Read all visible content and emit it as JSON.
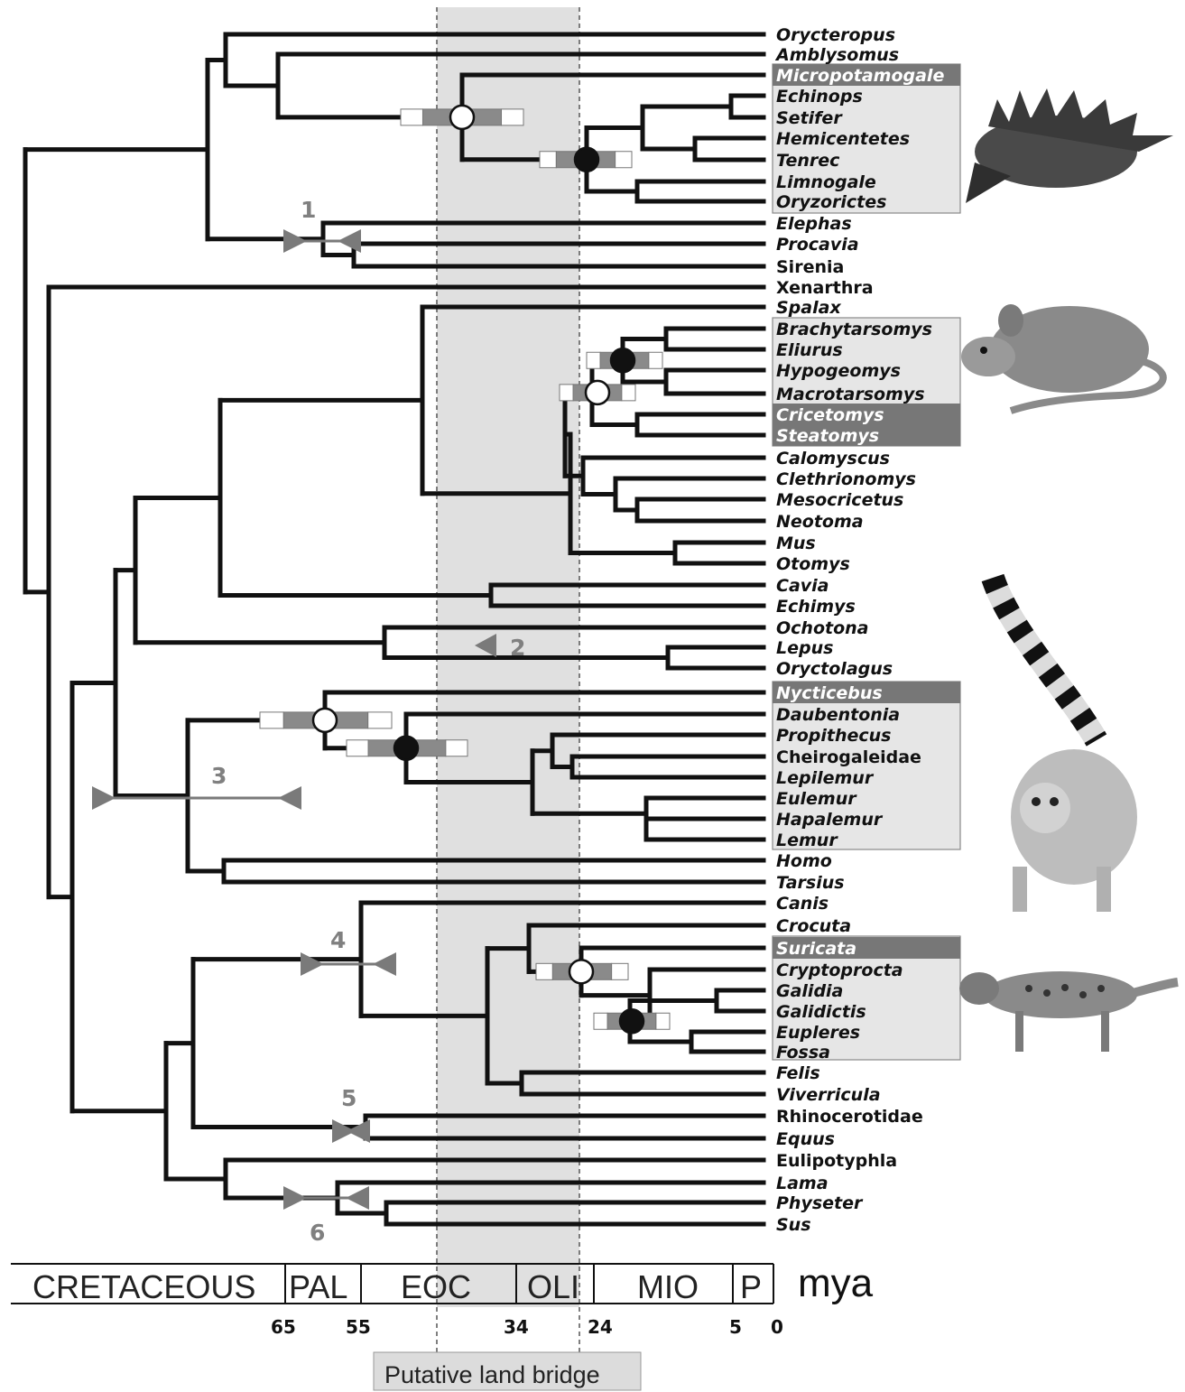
{
  "taxa": [
    {
      "name": "Orycteropus",
      "italic": true
    },
    {
      "name": "Amblysomus",
      "italic": true
    },
    {
      "name": "Micropotamogale",
      "italic": true,
      "highlight": true
    },
    {
      "name": "Echinops",
      "italic": true
    },
    {
      "name": "Setifer",
      "italic": true
    },
    {
      "name": "Hemicentetes",
      "italic": true
    },
    {
      "name": "Tenrec",
      "italic": true
    },
    {
      "name": "Limnogale",
      "italic": true
    },
    {
      "name": "Oryzorictes",
      "italic": true
    },
    {
      "name": "Elephas",
      "italic": true
    },
    {
      "name": "Procavia",
      "italic": true
    },
    {
      "name": "Sirenia",
      "italic": false
    },
    {
      "name": "Xenarthra",
      "italic": false
    },
    {
      "name": "Spalax",
      "italic": true
    },
    {
      "name": "Brachytarsomys",
      "italic": true
    },
    {
      "name": "Eliurus",
      "italic": true
    },
    {
      "name": "Hypogeomys",
      "italic": true
    },
    {
      "name": "Macrotarsomys",
      "italic": true
    },
    {
      "name": "Cricetomys",
      "italic": true,
      "highlight": true
    },
    {
      "name": "Steatomys",
      "italic": true,
      "highlight": true
    },
    {
      "name": "Calomyscus",
      "italic": true
    },
    {
      "name": "Clethrionomys",
      "italic": true
    },
    {
      "name": "Mesocricetus",
      "italic": true
    },
    {
      "name": "Neotoma",
      "italic": true
    },
    {
      "name": "Mus",
      "italic": true
    },
    {
      "name": "Otomys",
      "italic": true
    },
    {
      "name": "Cavia",
      "italic": true
    },
    {
      "name": "Echimys",
      "italic": true
    },
    {
      "name": "Ochotona",
      "italic": true
    },
    {
      "name": "Lepus",
      "italic": true
    },
    {
      "name": "Oryctolagus",
      "italic": true
    },
    {
      "name": "Nycticebus",
      "italic": true,
      "highlight": true
    },
    {
      "name": "Daubentonia",
      "italic": true
    },
    {
      "name": "Propithecus",
      "italic": true
    },
    {
      "name": "Cheirogaleidae",
      "italic": false
    },
    {
      "name": "Lepilemur",
      "italic": true
    },
    {
      "name": "Eulemur",
      "italic": true
    },
    {
      "name": "Hapalemur",
      "italic": true
    },
    {
      "name": "Lemur",
      "italic": true
    },
    {
      "name": "Homo",
      "italic": true
    },
    {
      "name": "Tarsius",
      "italic": true
    },
    {
      "name": "Canis",
      "italic": true
    },
    {
      "name": "Crocuta",
      "italic": true
    },
    {
      "name": "Suricata",
      "italic": true,
      "highlight": true
    },
    {
      "name": "Cryptoprocta",
      "italic": true
    },
    {
      "name": "Galidia",
      "italic": true
    },
    {
      "name": "Galidictis",
      "italic": true
    },
    {
      "name": "Eupleres",
      "italic": true
    },
    {
      "name": "Fossa",
      "italic": true
    },
    {
      "name": "Felis",
      "italic": true
    },
    {
      "name": "Viverricula",
      "italic": true
    },
    {
      "name": "Rhinocerotidae",
      "italic": false
    },
    {
      "name": "Equus",
      "italic": true
    },
    {
      "name": "Eulipotyphla",
      "italic": false
    },
    {
      "name": "Lama",
      "italic": true
    },
    {
      "name": "Physeter",
      "italic": true
    },
    {
      "name": "Sus",
      "italic": true
    }
  ],
  "timescale": {
    "eras": [
      "CRETACEOUS",
      "PAL",
      "EOC",
      "OLI",
      "MIO",
      "P"
    ],
    "unit": "mya",
    "ticks": [
      "65",
      "55",
      "34",
      "24",
      "5",
      "0"
    ]
  },
  "dispersal_labels": [
    "1",
    "2",
    "3",
    "4",
    "5",
    "6"
  ],
  "land_bridge_label": "Putative land bridge",
  "illustrations": [
    "tenrec-image",
    "rodent-image",
    "lemur-image",
    "carnivoran-image"
  ],
  "colors": {
    "branch": "#111111",
    "highlight_box": "#777777",
    "clade_box": "#e6e6e6",
    "bridge_band": "#e0e0e0",
    "arrow": "#7a7a7a"
  }
}
